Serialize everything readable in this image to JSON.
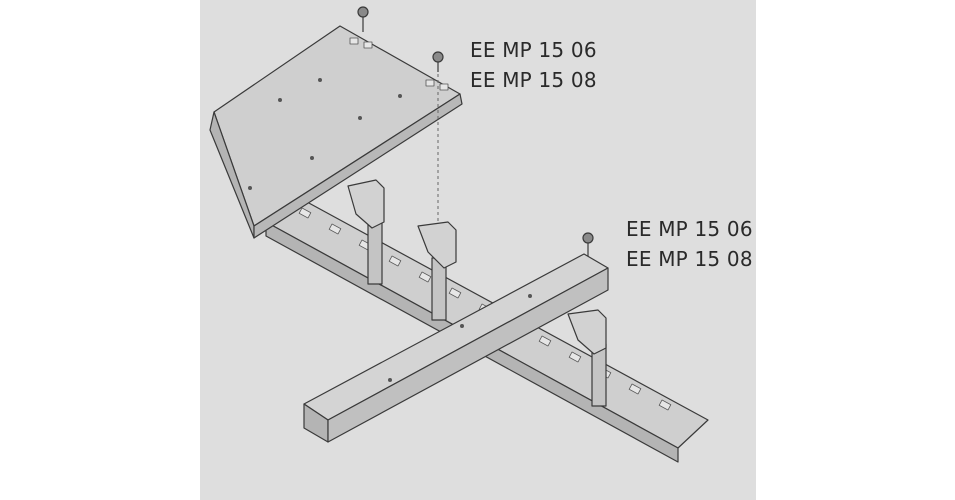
{
  "labels": {
    "top": [
      "EE MP 15 06",
      "EE MP 15 08"
    ],
    "right": [
      "EE MP 15 06",
      "EE MP 15 08"
    ]
  },
  "colors": {
    "panel_background": "#dedede",
    "metal_face": "#cfcfcf",
    "metal_side": "#b4b4b4",
    "outline": "#3a3a3a"
  }
}
